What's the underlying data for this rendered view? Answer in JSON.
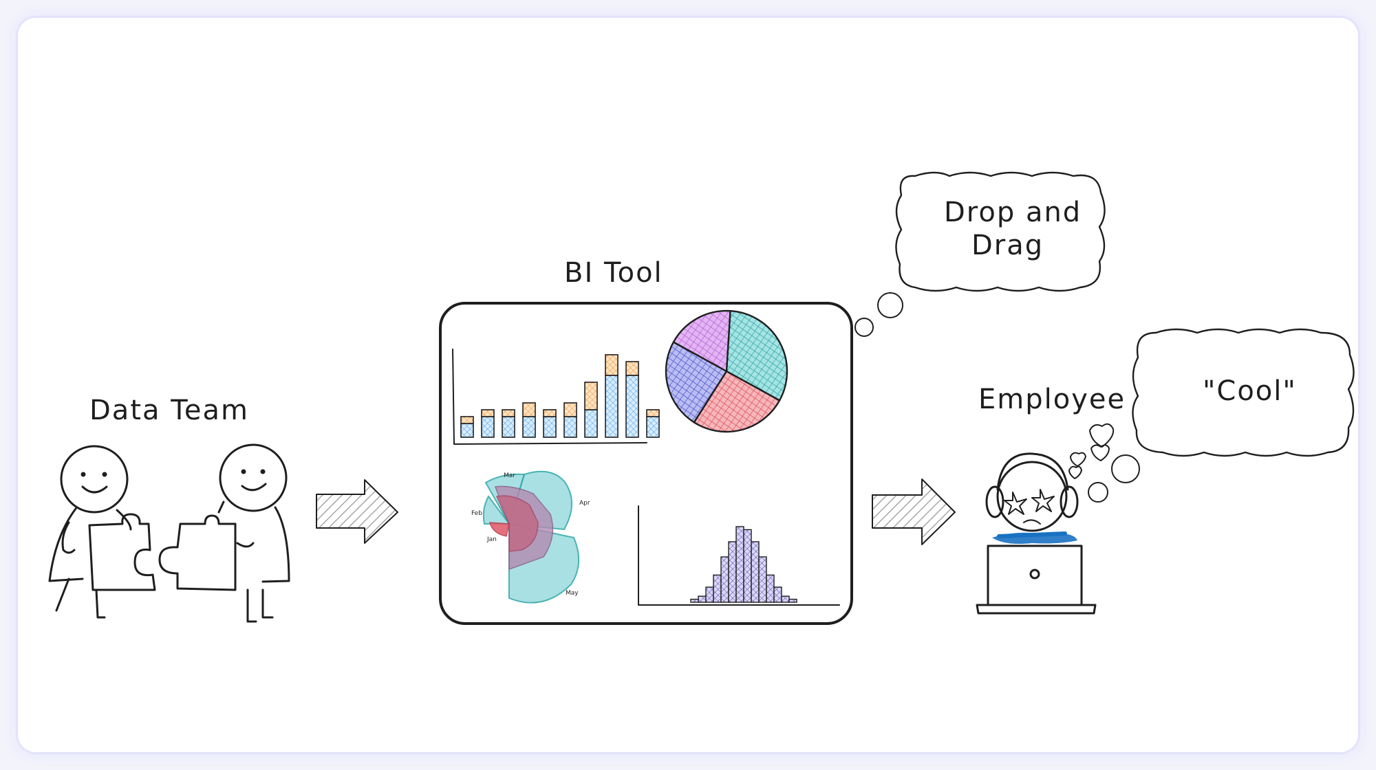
{
  "labels": {
    "data_team": "Data Team",
    "bi_tool": "BI Tool",
    "employee": "Employee",
    "thought_drag": [
      "Drop and",
      "Drag"
    ],
    "thought_cool": "\"Cool\""
  },
  "mini_charts": {
    "stacked_bar": {
      "type": "bar",
      "bottom_values": [
        2,
        3,
        3,
        3,
        3,
        3,
        4,
        9,
        9,
        3
      ],
      "top_values": [
        1,
        1,
        1,
        2,
        1,
        2,
        4,
        3,
        2,
        1
      ],
      "colors": {
        "bottom": "#a5d8ff",
        "top": "#ffc078"
      }
    },
    "pie": {
      "type": "pie",
      "values": [
        32,
        26,
        24,
        18
      ],
      "colors": [
        "#63c5c5",
        "#e8707a",
        "#6a6fd6",
        "#c77be6"
      ]
    },
    "polar_area": {
      "type": "polar",
      "labels": [
        "Mar",
        "Feb",
        "Jan",
        "Apr",
        "May"
      ]
    },
    "histogram": {
      "type": "bar",
      "values": [
        1,
        2,
        5,
        9,
        15,
        20,
        25,
        24,
        20,
        15,
        9,
        5,
        2,
        1
      ],
      "color": "#b4a8f0"
    }
  },
  "colors": {
    "ink": "#1e1e1e",
    "laptop_accent": "#1971c2",
    "arrow_hatch": "#9b9b9b",
    "card_border": "#e3e3fb"
  }
}
